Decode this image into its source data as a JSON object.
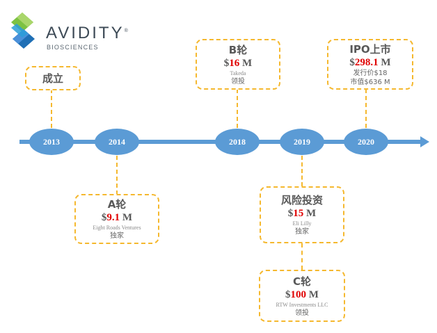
{
  "brand": {
    "name": "AVIDITY",
    "trademark": "®",
    "sub": "BIOSCIENCES"
  },
  "timeline": {
    "years": [
      "2013",
      "2014",
      "2018",
      "2019",
      "2020"
    ],
    "events": {
      "founded": {
        "title": "成立"
      },
      "series_a": {
        "title": "A轮",
        "currency": "$",
        "amount": "9.1",
        "unit": " M",
        "investor": "Eight Roads Ventures",
        "role": "独家"
      },
      "series_b": {
        "title": "B轮",
        "currency": "$",
        "amount": "16",
        "unit": " M",
        "investor": "Takeda",
        "role": "领投"
      },
      "venture": {
        "title": "风险投资",
        "currency": "$",
        "amount": "15",
        "unit": " M",
        "investor": "Eli Lilly",
        "role": "独家"
      },
      "series_c": {
        "title": "C轮",
        "currency": "$",
        "amount": "100",
        "unit": " M",
        "investor": "RTW Investments LLC",
        "role": "领投"
      },
      "ipo": {
        "title": "IPO上市",
        "currency": "$",
        "amount": "298.1",
        "unit": " M",
        "price": "发行价$18",
        "market_cap": "市值$636 M"
      }
    }
  },
  "colors": {
    "timeline": "#5b9bd5",
    "dashed_border": "#f5b82e",
    "highlight": "#e00000",
    "logo_blue": "#1f6fb5",
    "logo_green": "#7dc242"
  }
}
